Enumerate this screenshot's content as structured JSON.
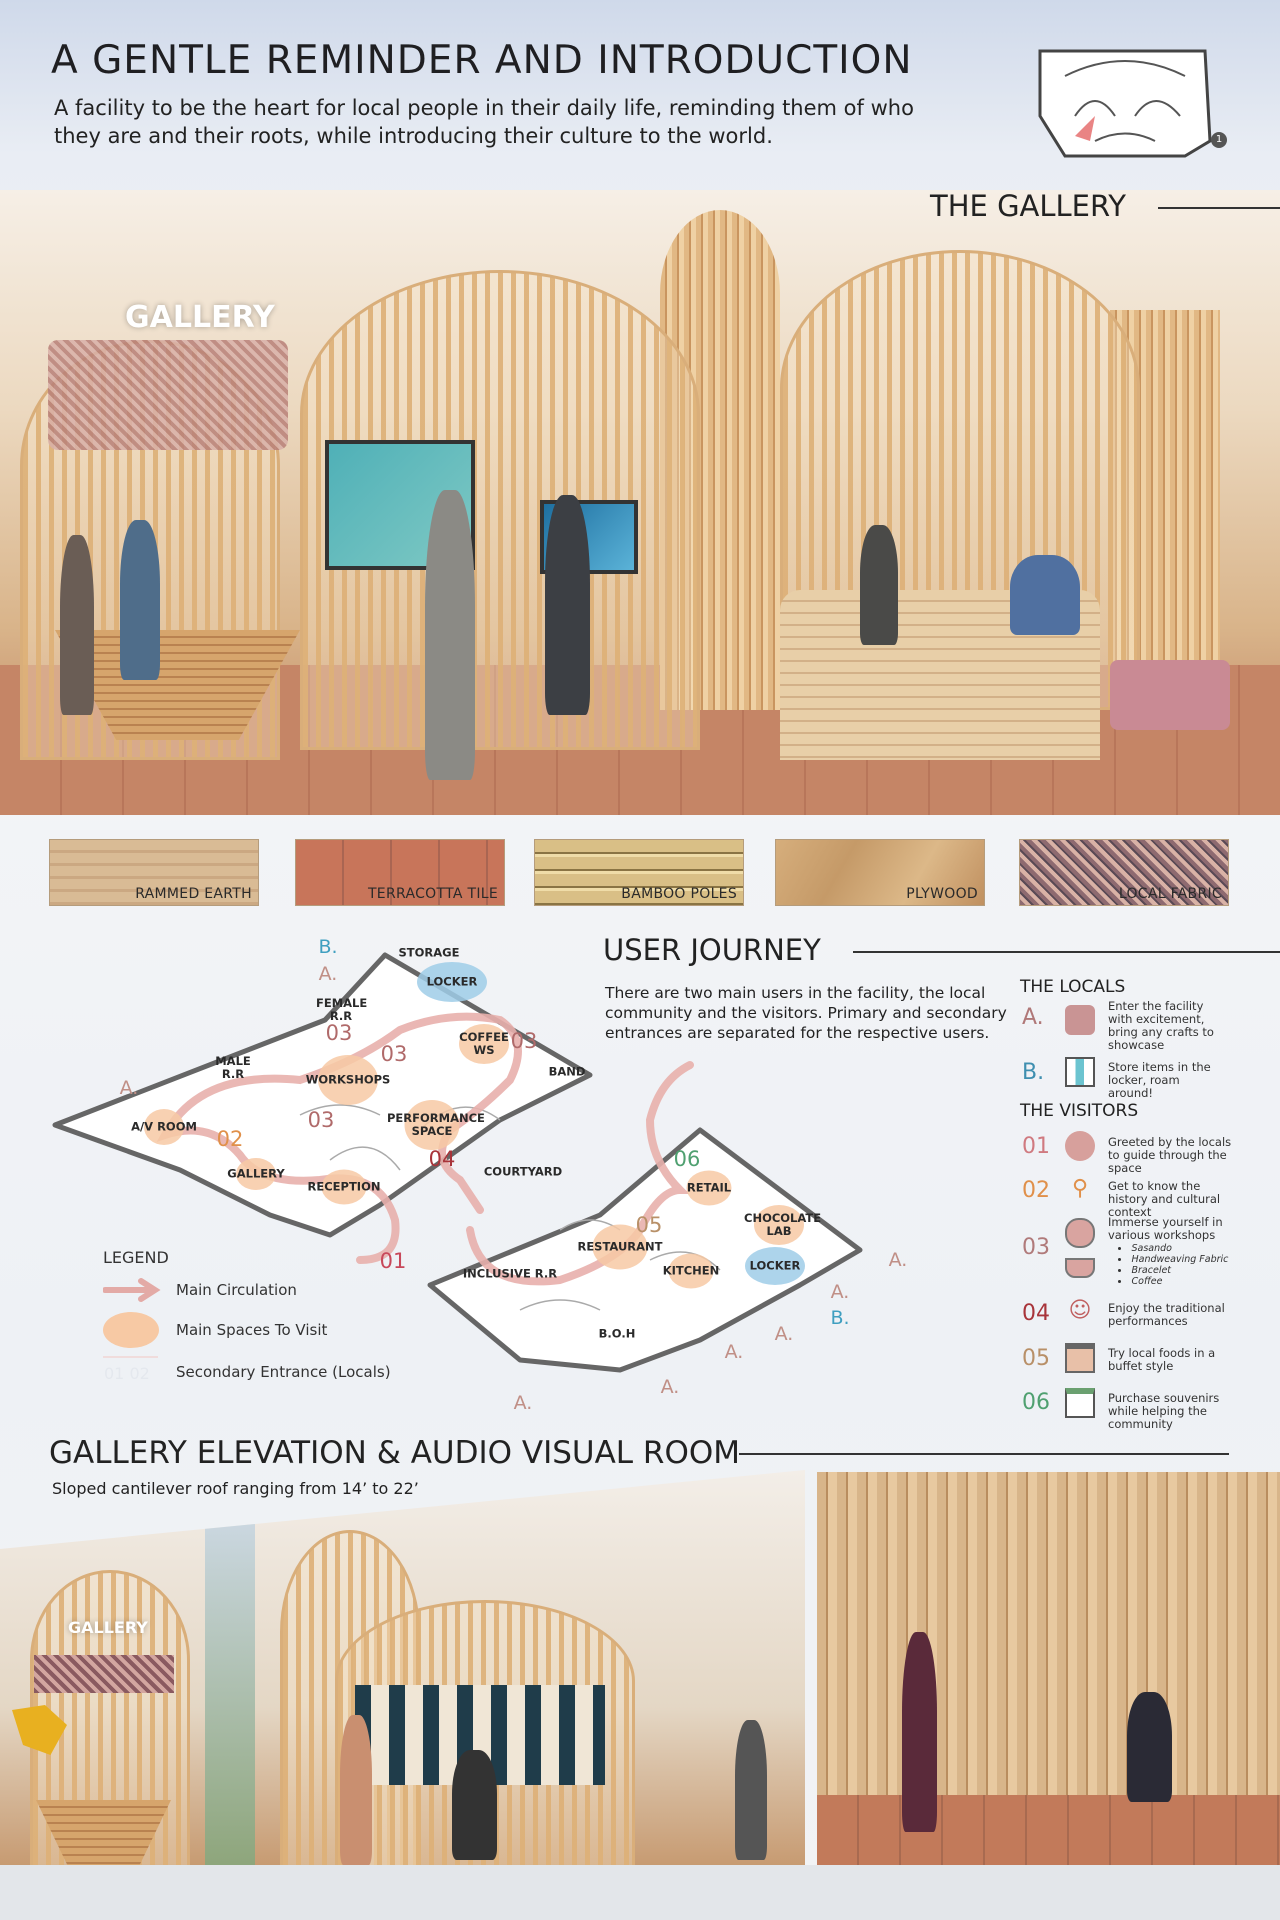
{
  "header": {
    "title": "A GENTLE REMINDER AND INTRODUCTION",
    "subtitle_lines": [
      "A facility to be the heart for local people in their daily life, reminding them of who",
      "they are and their roots, while introducing their culture to the world."
    ],
    "minimap_badge": "1"
  },
  "gallery": {
    "heading": "THE GALLERY",
    "sign": "GALLERY"
  },
  "materials": [
    "RAMMED EARTH",
    "TERRACOTTA TILE",
    "BAMBOO POLES",
    "PLYWOOD",
    "LOCAL FABRIC"
  ],
  "user_journey": {
    "heading": "USER JOURNEY",
    "description": "There are two main users in the facility, the local community and the visitors. Primary and secondary entrances are separated for the respective users."
  },
  "plan": {
    "rooms": [
      "STORAGE",
      "LOCKER",
      "FEMALE R.R",
      "MALE R.R",
      "COFFEE WS",
      "BAND",
      "WORKSHOPS",
      "A/V ROOM",
      "PERFORMANCE SPACE",
      "COURTYARD",
      "GALLERY",
      "RECEPTION",
      "RETAIL",
      "CHOCOLATE LAB",
      "RESTAURANT",
      "KITCHEN",
      "LOCKER",
      "INCLUSIVE R.R",
      "B.O.H"
    ],
    "numbers": [
      "03",
      "03",
      "03",
      "03",
      "02",
      "04",
      "01",
      "06",
      "05"
    ],
    "entrance_a": "A.",
    "entrance_b": "B."
  },
  "legend": {
    "title": "LEGEND",
    "items": [
      "Main Circulation",
      "Main Spaces To Visit",
      "Secondary Entrance (Locals)"
    ],
    "faded_numbers": "01 02"
  },
  "locals": {
    "heading": "THE LOCALS",
    "items": [
      {
        "key": "A.",
        "text": "Enter the facility with excitement, bring any crafts to showcase",
        "color": "#b07878"
      },
      {
        "key": "B.",
        "text": "Store items in the locker, roam around!",
        "color": "#3f8fb0"
      }
    ]
  },
  "visitors": {
    "heading": "THE VISITORS",
    "items": [
      {
        "key": "01",
        "text": "Greeted by the locals to guide through the space",
        "color": "#d07a80"
      },
      {
        "key": "02",
        "text": "Get to know the history and cultural context",
        "color": "#e0904a"
      },
      {
        "key": "03",
        "text": "Immerse yourself in various workshops",
        "color": "#b07a7a",
        "sub": [
          "Sasando",
          "Handweaving Fabric",
          "Bracelet",
          "Coffee"
        ]
      },
      {
        "key": "04",
        "text": "Enjoy the traditional performances",
        "color": "#a8343a"
      },
      {
        "key": "05",
        "text": "Try local foods in a buffet style",
        "color": "#b89068"
      },
      {
        "key": "06",
        "text": "Purchase souvenirs while helping the community",
        "color": "#4fa070"
      }
    ]
  },
  "elevation": {
    "heading": "GALLERY ELEVATION & AUDIO VISUAL ROOM",
    "subtitle": "Sloped cantilever roof ranging from 14’ to 22’",
    "sign": "GALLERY"
  }
}
